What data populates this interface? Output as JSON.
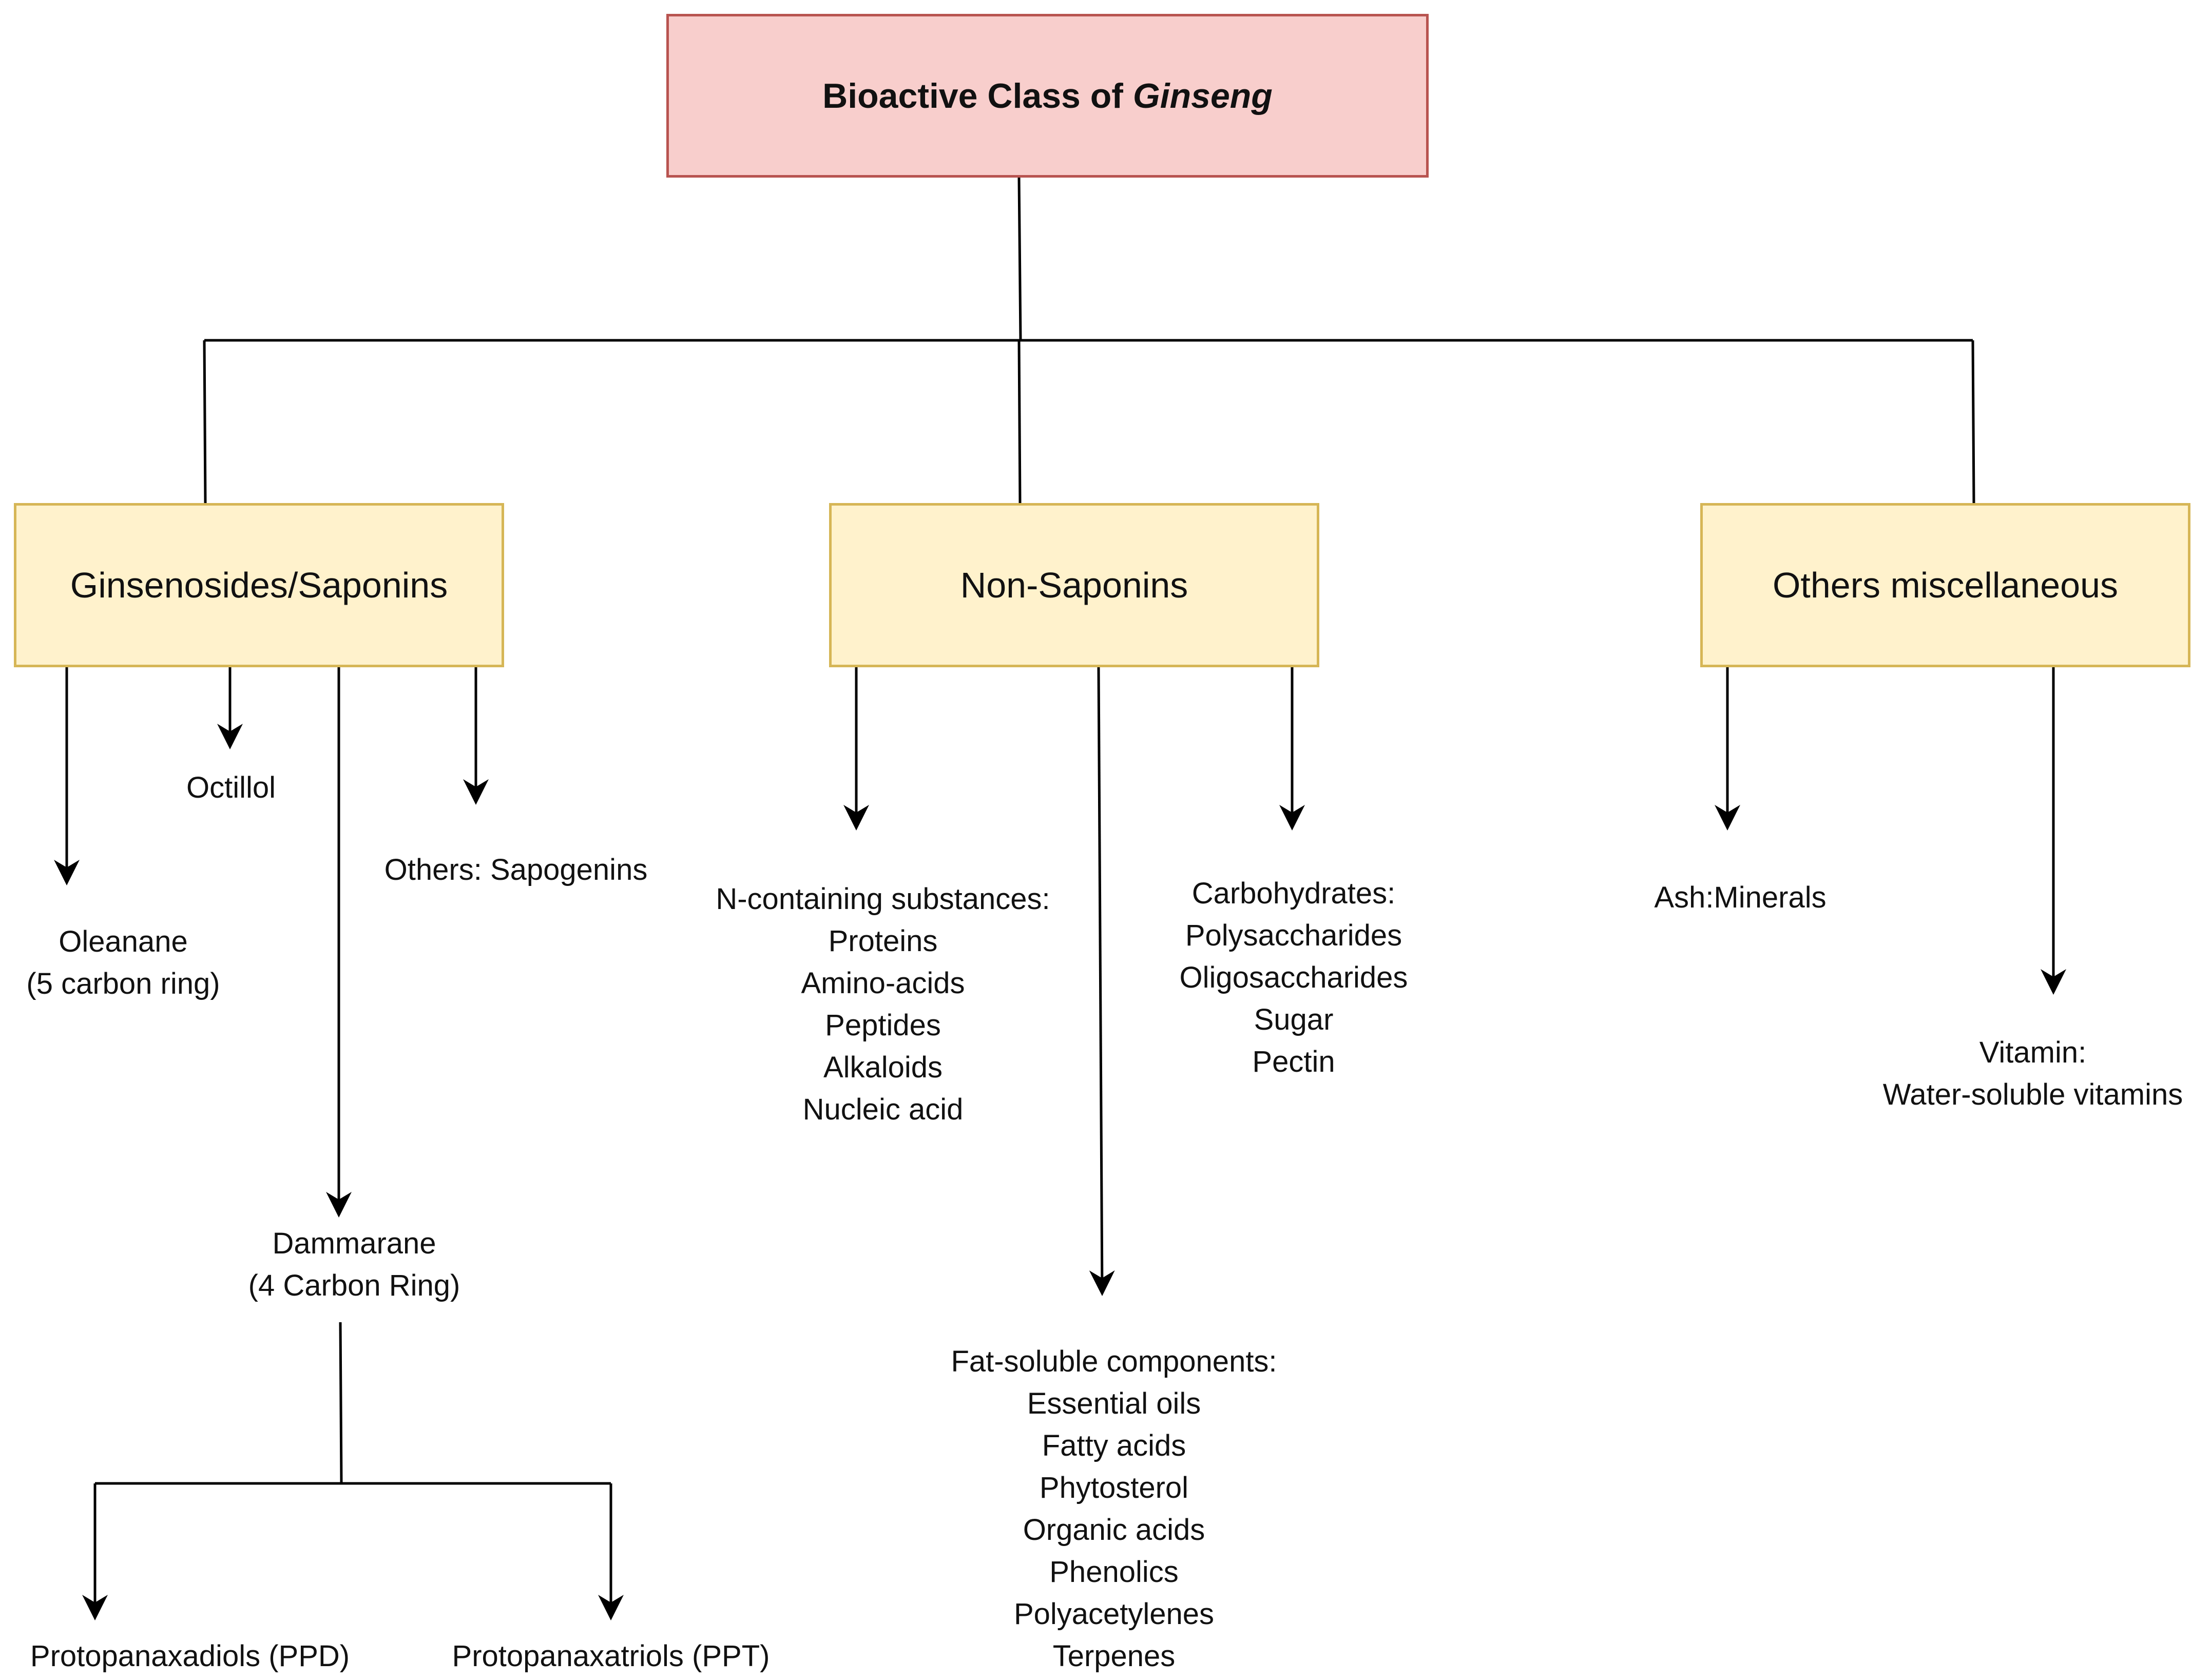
{
  "title": {
    "prefix": "Bioactive Class of ",
    "italic": "Ginseng"
  },
  "categories": {
    "ginsenosides": "Ginsenosides/Saponins",
    "non_saponins": "Non-Saponins",
    "others": "Others miscellaneous"
  },
  "ginsenosides_children": {
    "oleanane": [
      "Oleanane",
      "(5 carbon ring)"
    ],
    "octillol": "Octillol",
    "sapogenins": "Others: Sapogenins",
    "dammarane": [
      "Dammarane",
      "(4 Carbon Ring)"
    ],
    "ppd": "Protopanaxadiols (PPD)",
    "ppt": "Protopanaxatriols (PPT)"
  },
  "non_saponins_children": {
    "n_containing": [
      "N-containing substances:",
      "Proteins",
      "Amino-acids",
      "Peptides",
      "Alkaloids",
      "Nucleic acid"
    ],
    "carbohydrates": [
      "Carbohydrates:",
      "Polysaccharides",
      "Oligosaccharides",
      "Sugar",
      "Pectin"
    ],
    "fat_soluble": [
      "Fat-soluble components:",
      "Essential oils",
      "Fatty acids",
      "Phytosterol",
      "Organic acids",
      "Phenolics",
      "Polyacetylenes",
      "Terpenes"
    ]
  },
  "others_children": {
    "ash": "Ash:Minerals",
    "vitamin": [
      "Vitamin:",
      "Water-soluble vitamins"
    ]
  },
  "colors": {
    "root_fill": "#f8cecc",
    "root_border": "#b85450",
    "category_fill": "#fff2cc",
    "category_border": "#d6b656",
    "connector": "#000000"
  }
}
